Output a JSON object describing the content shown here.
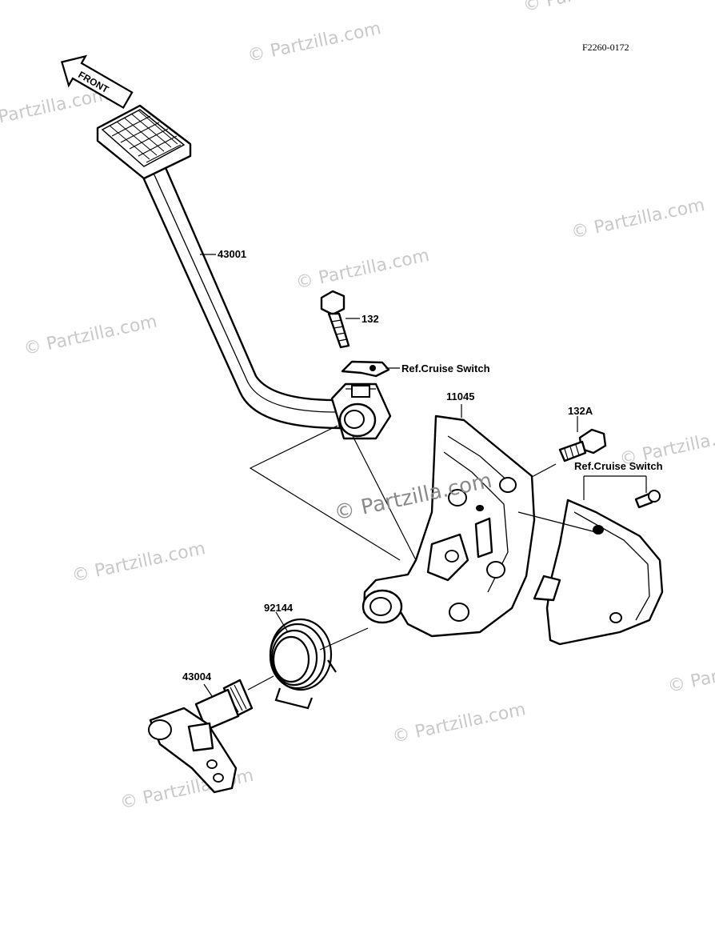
{
  "diagram": {
    "code": "F2260-0172",
    "front_arrow_text": "FRONT",
    "watermark_text": "© Partzilla.com",
    "callouts": {
      "pedal": "43001",
      "bolt": "132",
      "ref_switch_1": "Ref.Cruise Switch",
      "bracket": "11045",
      "bolt_a": "132A",
      "ref_switch_2": "Ref.Cruise Switch",
      "spring": "92144",
      "shaft": "43004"
    }
  }
}
